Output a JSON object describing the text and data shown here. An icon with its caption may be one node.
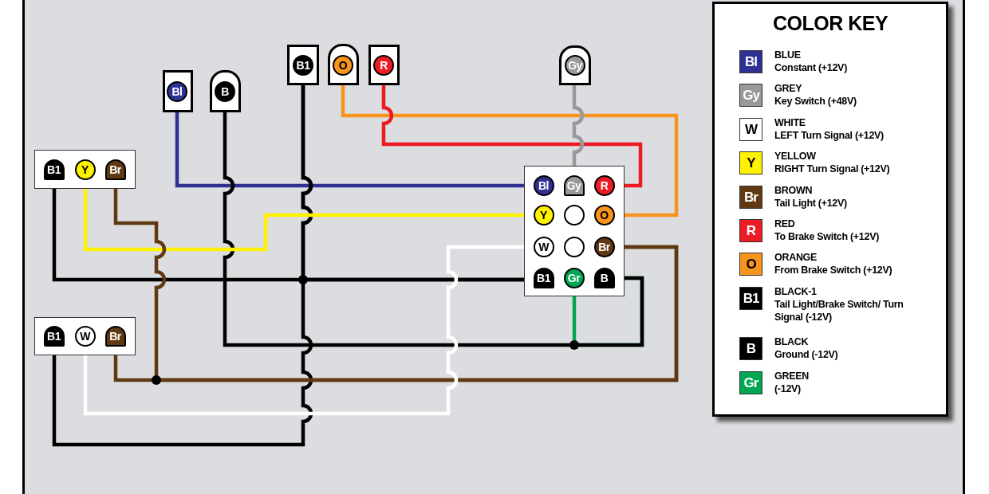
{
  "diagram": {
    "nodes": [
      {
        "text": [
          "Bl"
        ]
      },
      {
        "text": [
          "B"
        ]
      },
      {
        "text": [
          "B1"
        ]
      },
      {
        "text": [
          "O"
        ]
      },
      {
        "text": [
          "R"
        ]
      },
      {
        "text": [
          "Gy"
        ]
      },
      {
        "text": [],
        "shape": "box"
      },
      {
        "text": [
          "B1"
        ],
        "in": 6
      },
      {
        "text": [
          "Y"
        ],
        "in": 6
      },
      {
        "text": [
          "Br"
        ],
        "in": 6
      },
      {
        "text": [],
        "shape": "box"
      },
      {
        "text": [
          "B1"
        ],
        "in": 10
      },
      {
        "text": [
          "W"
        ],
        "in": 10
      },
      {
        "text": [
          "Br"
        ],
        "in": 10
      },
      {
        "text": [],
        "shape": "box"
      },
      {
        "text": [
          "Bl"
        ],
        "in": 14
      },
      {
        "text": [
          "Gy"
        ],
        "in": 14
      },
      {
        "text": [
          "R"
        ],
        "in": 14
      },
      {
        "text": [
          "Y"
        ],
        "in": 14
      },
      {
        "text": [],
        "shape": "circle",
        "in": 14
      },
      {
        "text": [
          "O"
        ],
        "in": 14
      },
      {
        "text": [
          "W"
        ],
        "in": 14
      },
      {
        "text": [],
        "shape": "circle",
        "in": 14
      },
      {
        "text": [
          "Br"
        ],
        "in": 14
      },
      {
        "text": [
          "B1"
        ],
        "in": 14
      },
      {
        "text": [
          "Gr"
        ],
        "in": 14
      },
      {
        "text": [
          "B"
        ],
        "in": 14
      }
    ],
    "edges": [
      {
        "from": 25,
        "to": 26,
        "arrow": "none",
        "color": "#00a651"
      },
      {
        "from": 0,
        "to": 15,
        "arrow": "none",
        "color": "#2e3192"
      },
      {
        "from": 1,
        "to": 26,
        "arrow": "none",
        "color": "#000000"
      },
      {
        "from": 2,
        "to": 24,
        "arrow": "none",
        "color": "#000000"
      },
      {
        "from": 2,
        "to": 11,
        "arrow": "none",
        "color": "#000000"
      },
      {
        "from": 7,
        "to": 24,
        "arrow": "none",
        "color": "#000000"
      },
      {
        "from": 3,
        "to": 20,
        "arrow": "none",
        "color": "#f7941d"
      },
      {
        "from": 4,
        "to": 17,
        "arrow": "none",
        "color": "#ed1c24"
      },
      {
        "from": 5,
        "to": 16,
        "arrow": "none",
        "color": "#999999"
      },
      {
        "from": 8,
        "to": 18,
        "arrow": "none",
        "color": "#fff200"
      },
      {
        "from": 9,
        "to": 23,
        "arrow": "none",
        "color": "#603913"
      },
      {
        "from": 13,
        "to": 23,
        "arrow": "none",
        "color": "#603913"
      },
      {
        "from": 12,
        "to": 21,
        "arrow": "none",
        "color": "#ffffff"
      }
    ],
    "labels": [
      "COLOR KEY",
      "Bl",
      "Gy",
      "W",
      "Y",
      "Br",
      "R",
      "O",
      "B1",
      "B",
      "Gr"
    ],
    "legend": [
      {
        "text": "BLUE Constant (+12V)",
        "color": "#2e3192"
      },
      {
        "text": "GREY Key Switch (+48V)",
        "color": "#999999"
      },
      {
        "text": "WHITE LEFT Turn Signal (+12V)",
        "color": "#ffffff"
      },
      {
        "text": "YELLOW RIGHT Turn Signal (+12V)",
        "color": "#fff200"
      },
      {
        "text": "BROWN Tail Light (+12V)",
        "color": "#603913"
      },
      {
        "text": "RED To Brake Switch (+12V)",
        "color": "#ed1c24"
      },
      {
        "text": "ORANGE From Brake Switch (+12V)",
        "color": "#f7941d"
      },
      {
        "text": "BLACK-1 Tail Light/Brake Switch/ Turn Signal (-12V)",
        "color": "#000000"
      },
      {
        "text": "BLACK Ground (-12V)",
        "color": "#000000"
      },
      {
        "text": "GREEN (-12V)",
        "color": "#00a651"
      }
    ]
  }
}
